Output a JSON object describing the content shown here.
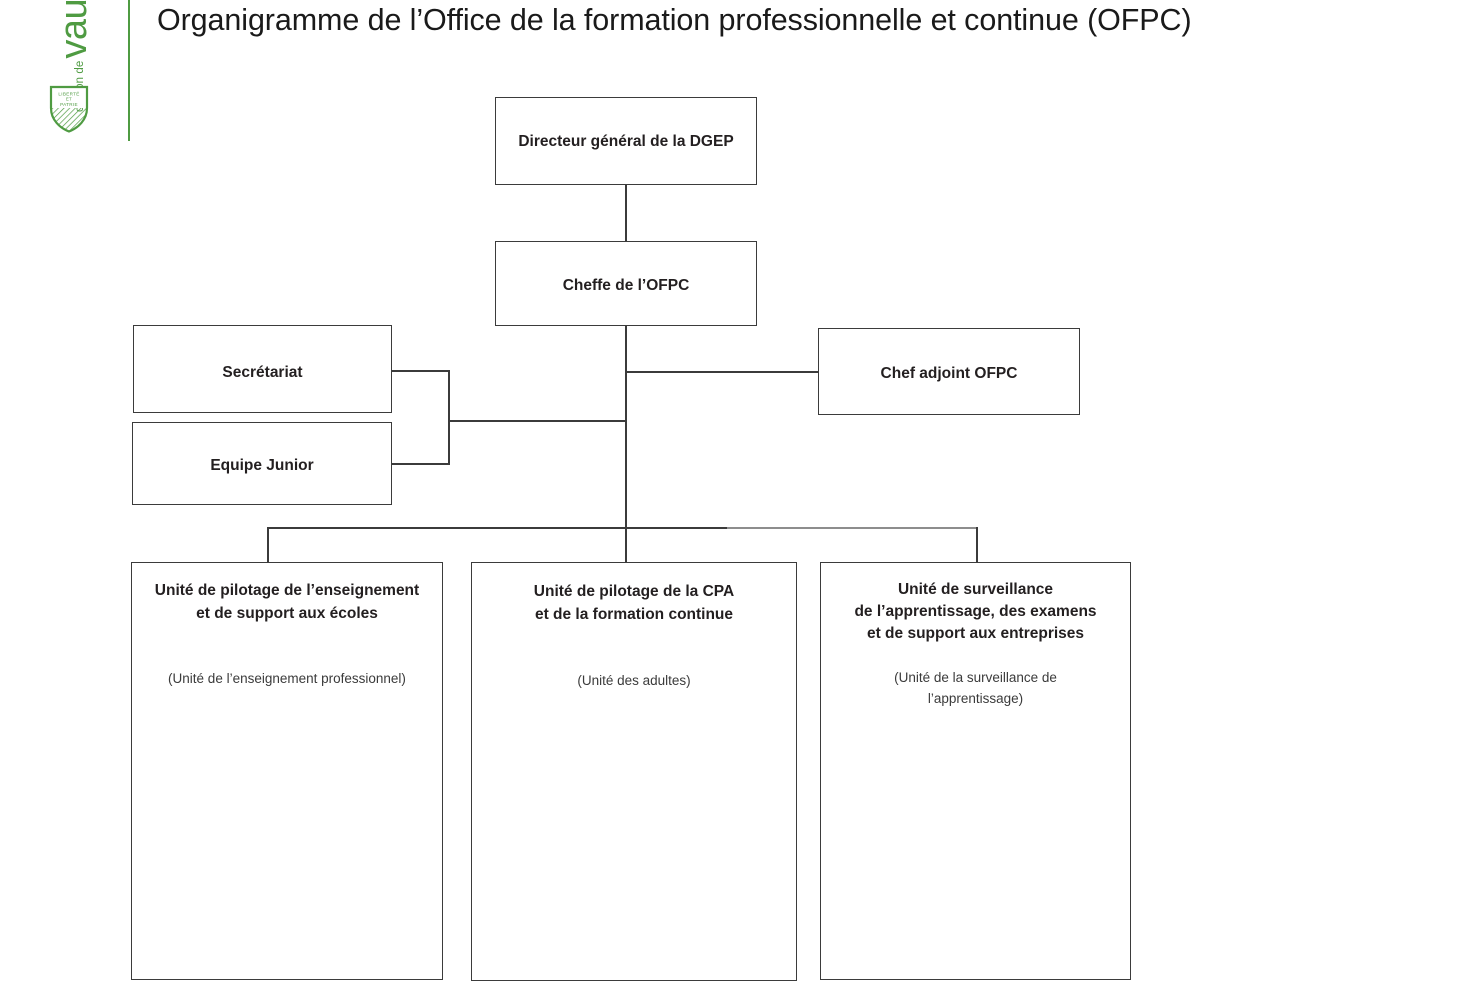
{
  "header": {
    "title": "Organigramme de l’Office de la formation professionnelle et continue (OFPC)",
    "logo": {
      "small_text": "canton de",
      "big_text": "vaud",
      "shield_line1": "LIBERTÉ",
      "shield_line2": "ET",
      "shield_line3": "PATRIE",
      "green": "#4f9b42"
    }
  },
  "chart": {
    "nodes": {
      "director": {
        "title": "Directeur général de la DGEP"
      },
      "head": {
        "title": "Cheffe de l’OFPC"
      },
      "secretariat": {
        "title": "Secrétariat"
      },
      "junior": {
        "title": "Equipe Junior"
      },
      "deputy": {
        "title": "Chef adjoint  OFPC"
      },
      "unit1": {
        "title_line1": "Unité de pilotage de l’enseignement",
        "title_line2": "et de support aux écoles",
        "subtitle_line1": "(Unité de l’enseignement professionnel)"
      },
      "unit2": {
        "title_line1": "Unité de pilotage de la CPA",
        "title_line2": "et de la formation continue",
        "subtitle_line1": "(Unité des adultes)"
      },
      "unit3": {
        "title_line1": "Unité de surveillance",
        "title_line2": "de l’apprentissage, des examens",
        "title_line3": "et de support aux entreprises",
        "subtitle_line1": "(Unité de la surveillance de",
        "subtitle_line2": "l’apprentissage)"
      }
    }
  }
}
